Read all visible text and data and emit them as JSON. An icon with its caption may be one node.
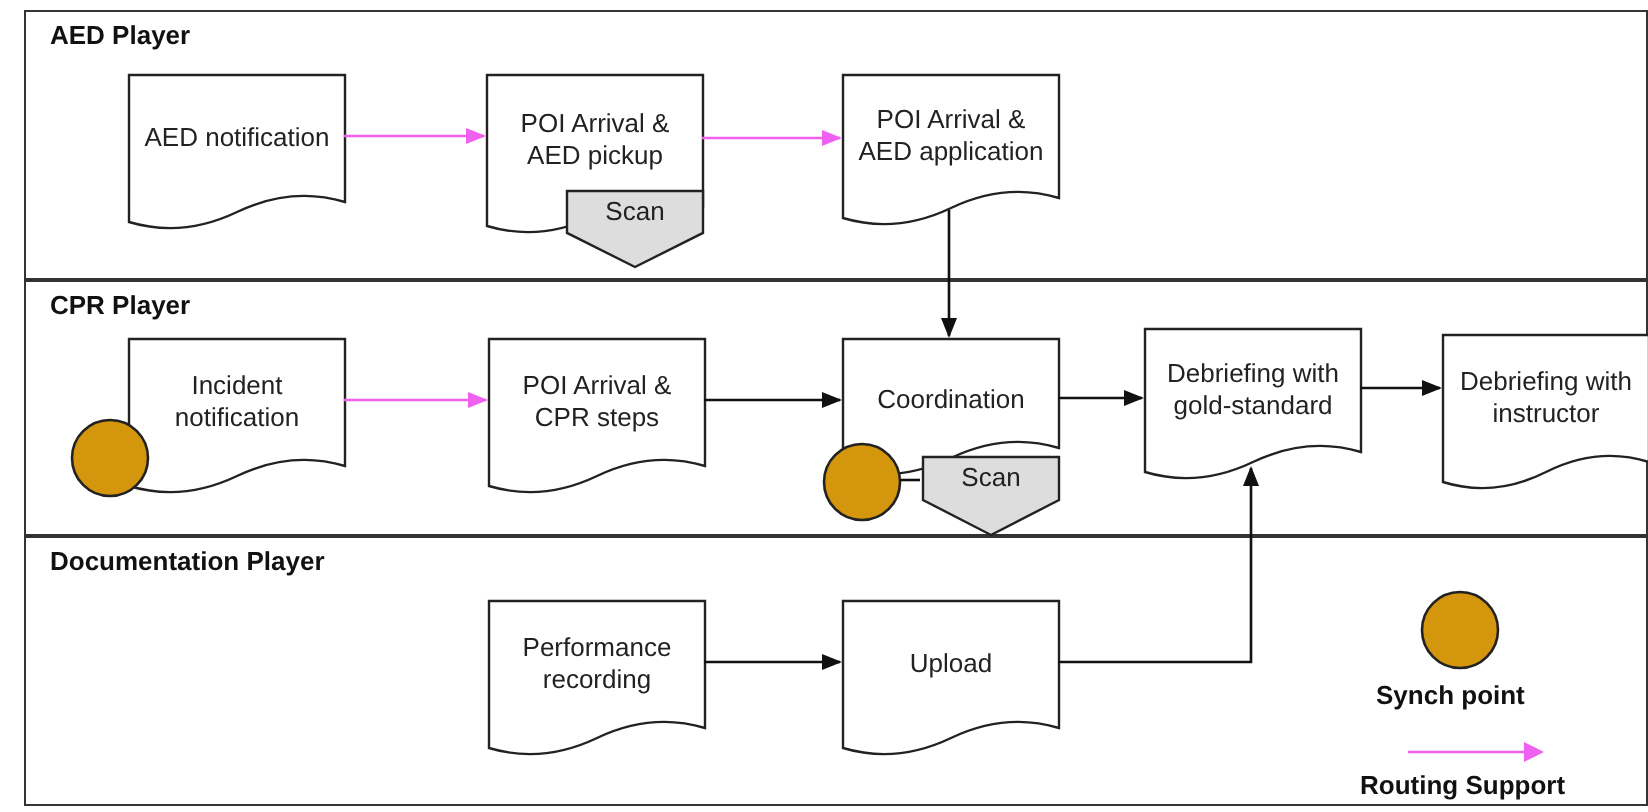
{
  "diagram": {
    "nodes": [
      {
        "text": [
          "AED Player"
        ]
      },
      {
        "text": [
          "AED notification"
        ],
        "in": 0
      },
      {
        "text": [
          "POI Arrival & AED pickup"
        ],
        "in": 0
      },
      {
        "text": [
          "Scan"
        ],
        "in": 0
      },
      {
        "text": [
          "POI Arrival & AED application"
        ],
        "in": 0
      },
      {
        "text": [
          "CPR Player"
        ]
      },
      {
        "text": [
          "Incident notification"
        ],
        "in": 5
      },
      {
        "text": [],
        "shape": "circle",
        "in": 5
      },
      {
        "text": [
          "POI Arrival & CPR steps"
        ],
        "in": 5
      },
      {
        "text": [
          "Coordination"
        ],
        "in": 5
      },
      {
        "text": [],
        "shape": "circle",
        "in": 5
      },
      {
        "text": [
          "Scan"
        ],
        "in": 5
      },
      {
        "text": [
          "Debriefing with gold-standard"
        ],
        "in": 5
      },
      {
        "text": [
          "Debriefing with instructor"
        ],
        "in": 5
      },
      {
        "text": [
          "Documentation Player"
        ]
      },
      {
        "text": [
          "Performance recording"
        ],
        "in": 14
      },
      {
        "text": [
          "Upload"
        ],
        "in": 14
      }
    ],
    "edges": [
      {
        "from": 1,
        "to": 2,
        "arrow": "to",
        "color": "#f060f0"
      },
      {
        "from": 2,
        "to": 4,
        "arrow": "to",
        "color": "#f060f0"
      },
      {
        "from": 4,
        "to": 9,
        "arrow": "to"
      },
      {
        "from": 6,
        "to": 8,
        "arrow": "to",
        "color": "#f060f0"
      },
      {
        "from": 8,
        "to": 9,
        "arrow": "to"
      },
      {
        "from": 9,
        "to": 12,
        "arrow": "to"
      },
      {
        "from": 12,
        "to": 13,
        "arrow": "to"
      },
      {
        "from": 10,
        "to": 11,
        "arrow": "none"
      },
      {
        "from": 15,
        "to": 16,
        "arrow": "to"
      },
      {
        "from": 16,
        "to": 12,
        "arrow": "to"
      }
    ],
    "legend": [
      {
        "text": "Synch point"
      },
      {
        "text": "Routing Support"
      }
    ]
  }
}
